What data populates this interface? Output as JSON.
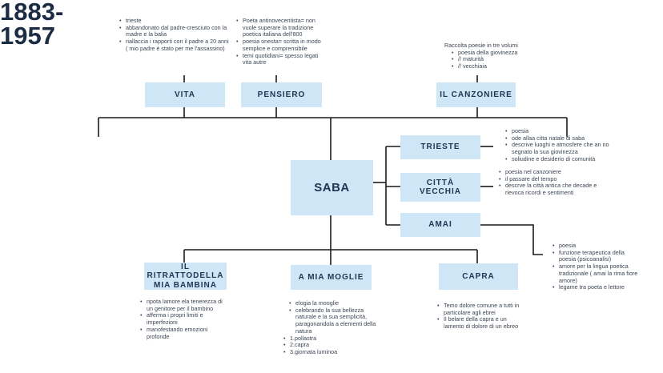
{
  "title_years": "1883-\n1957",
  "center": {
    "label": "SABA"
  },
  "top_boxes": [
    {
      "label": "VITA"
    },
    {
      "label": "PENSIERO"
    },
    {
      "label": "IL CANZONIERE"
    }
  ],
  "right_boxes": [
    {
      "label": "TRIESTE"
    },
    {
      "label": "CITTÀ\nVECCHIA"
    },
    {
      "label": "AMAI"
    }
  ],
  "bottom_boxes": [
    {
      "label": "IL RITRATTODELLA\nMIA BAMBINA"
    },
    {
      "label": "A MIA MOGLIE"
    },
    {
      "label": "CAPRA"
    }
  ],
  "notes": {
    "vita": [
      "trieste",
      "abbandonato dal  padre-cresciuto con la madre e la balia",
      "riallaccia i rapporti con il padre a 20 anni ( mio padre è stato per me l'assassino)"
    ],
    "pensiero": [
      "Poeta antinovecentista= non vuole superare la tradizione poetica italiana dell'800",
      "poesia onesta= scritta in modo semplice e comprensibile",
      "temi quotidiani= spesso legati vita autre"
    ],
    "canzoniere_lead": "Raccolta poesie in tre volumi",
    "canzoniere": [
      "poesia della giovinezza",
      "// maturità",
      "// vecchiaia"
    ],
    "trieste": [
      "poesia",
      "ode allaa citta natale di saba",
      "descrive luoghi e atmosfere che an no segnato la sua giovinezza",
      "soliudine e desiderio di  comunità"
    ],
    "citta_vecchia": [
      "poesia nel canzoniere",
      "il passare del tempo",
      "descrve la città antica che decade e rievoca ricordi e sentimenti"
    ],
    "amai": [
      "poesia",
      "funzione terapeutica della poesia (psicoanalisi)",
      "amore per la lingua poetica tradizionale ( amai la rima fiore amore)",
      "legame tra poeta e lettore"
    ],
    "ritratto": [
      "ripota lamore ela tenerezza di un genitore per il bambino",
      "afferma i propri limiti e imperfezioni",
      "manofestando emozioni profonde"
    ],
    "moglie": [
      "elogia la mooglie",
      "celebrando la sua bellezza naturale e la sua semplicità, paragonandola a elementi della natura"
    ],
    "moglie_numbered": [
      "1.pollastra",
      "2.capra",
      "3.giornata luminoa"
    ],
    "capra": [
      "Temo dolore comune a tutti in particolare agli ebrei",
      "Il belare  della capra e un lamento di dolore  di un ebreo"
    ]
  }
}
